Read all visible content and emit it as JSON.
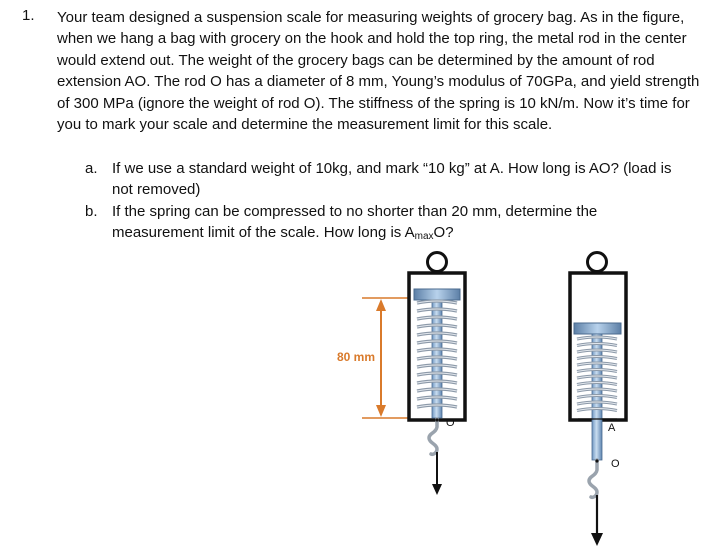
{
  "problem": {
    "number": "1.",
    "text": "Your team designed a suspension scale for measuring weights of grocery bag. As in the figure, when we hang a bag with grocery on the hook and hold the top ring, the metal rod in the center would extend out. The weight of the grocery bags can be determined by the amount of rod extension AO. The rod O has a diameter of 8 mm, Young’s modulus of 70GPa, and yield strength of 300 MPa (ignore the weight of rod O). The stiffness of the spring is 10 kN/m. Now it’s time for you to mark your scale and determine the measurement limit for this scale.",
    "parts": [
      {
        "label": "a.",
        "text": "If we use a standard weight of 10kg, and mark “10 kg” at A. How long is AO? (load is not removed)"
      },
      {
        "label": "b.",
        "text_before": "If the spring can be compressed to no shorter than 20 mm, determine the measurement limit of the scale. How long is A",
        "text_sub": "max",
        "text_after": "O?"
      }
    ]
  },
  "figure": {
    "dimension_label": "80 mm",
    "point_o_left": "O",
    "point_a": "A",
    "point_o_right": "O",
    "colors": {
      "dimension": "#d97a2b",
      "spring": "#9aa7b4",
      "rod": "#8fb3d9",
      "frame": "#111111"
    }
  }
}
